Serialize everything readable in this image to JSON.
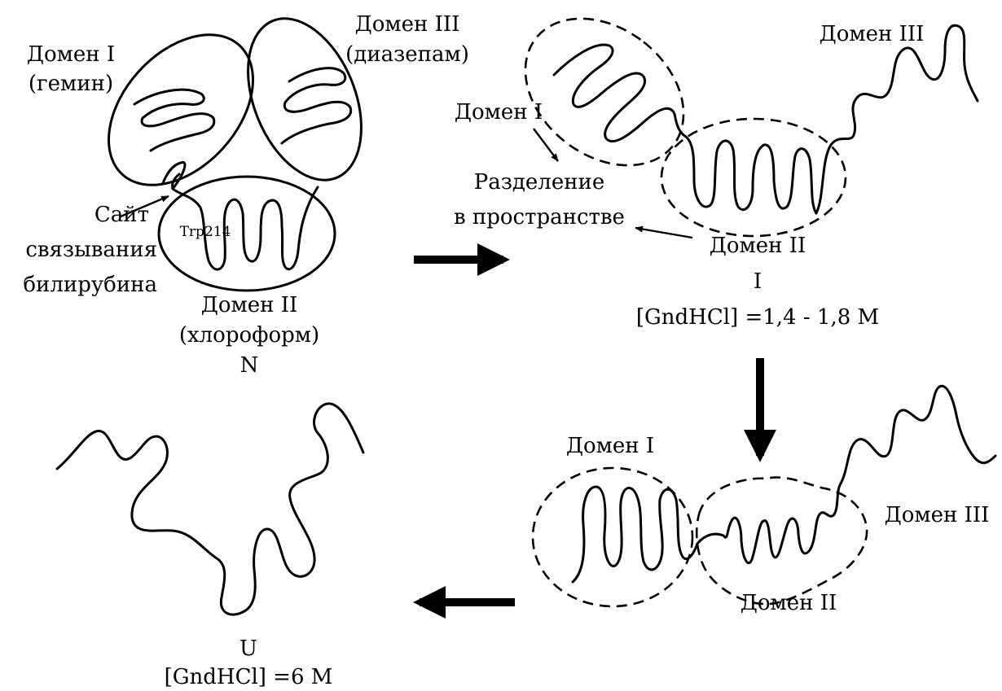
{
  "native_state": {
    "domain_1": "Домен I",
    "domain_1_ligand": "(гемин)",
    "domain_3": "Домен III",
    "domain_3_ligand": "(диазепам)",
    "domain_2": "Домен II",
    "domain_2_ligand": "(хлороформ)",
    "residue": "Trp214",
    "binding_site_line1": "Сайт",
    "binding_site_line2": "связывания",
    "binding_site_line3": "билирубина",
    "state": "N"
  },
  "intermediate_state": {
    "domain_1": "Домен I",
    "domain_2": "Домен II",
    "domain_3": "Домен III",
    "separation_line1": "Разделение",
    "separation_line2": "в пространстве",
    "state": "I",
    "concentration": "[GndHCl] =1,4 - 1,8 M"
  },
  "loose_state": {
    "domain_1": "Домен I",
    "domain_2": "Домен II",
    "domain_3": "Домен III"
  },
  "unfolded_state": {
    "state": "U",
    "concentration": "[GndHCl] =6 M"
  }
}
